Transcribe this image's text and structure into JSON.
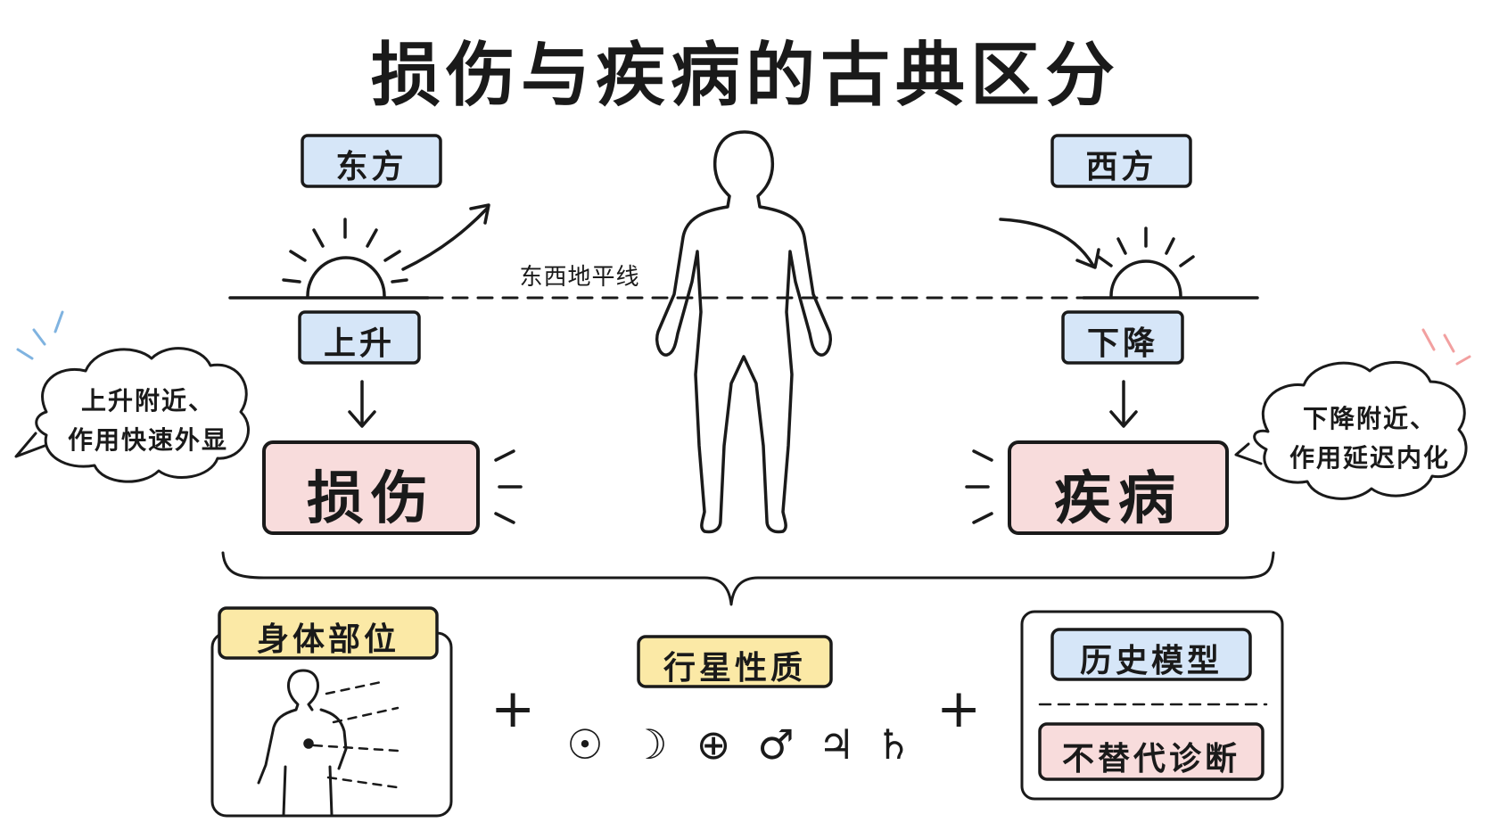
{
  "title": "损伤与疾病的古典区分",
  "east": {
    "label": "东方",
    "motion": "上升",
    "result": "损伤",
    "note_line1": "上升附近、",
    "note_line2": "作用快速外显"
  },
  "west": {
    "label": "西方",
    "motion": "下降",
    "result": "疾病",
    "note_line1": "下降附近、",
    "note_line2": "作用延迟内化"
  },
  "horizon_label": "东西地平线",
  "factors": {
    "body_parts": "身体部位",
    "planet_nature": "行星性质",
    "planet_symbols": [
      "☉",
      "☽",
      "⊕",
      "♂",
      "♃",
      "♄"
    ],
    "history_model": "历史模型",
    "disclaimer": "不替代诊断",
    "plus": "+"
  },
  "colors": {
    "blue_box": "#d6e6f8",
    "pink_box": "#f8dcdc",
    "yellow_box": "#fbe9a6",
    "ink": "#1a1a1a",
    "blue_accent": "#7fb3e0",
    "pink_accent": "#f2a0a0"
  }
}
